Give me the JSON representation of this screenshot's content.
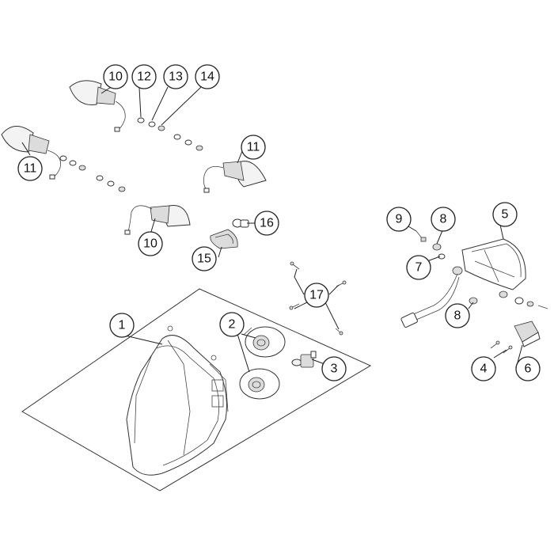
{
  "diagram": {
    "callouts": [
      {
        "id": "c1",
        "label": "1"
      },
      {
        "id": "c2",
        "label": "2"
      },
      {
        "id": "c3",
        "label": "3"
      },
      {
        "id": "c4",
        "label": "4"
      },
      {
        "id": "c5",
        "label": "5"
      },
      {
        "id": "c6",
        "label": "6"
      },
      {
        "id": "c7",
        "label": "7"
      },
      {
        "id": "c8a",
        "label": "8"
      },
      {
        "id": "c8b",
        "label": "8"
      },
      {
        "id": "c9",
        "label": "9"
      },
      {
        "id": "c10a",
        "label": "10"
      },
      {
        "id": "c10b",
        "label": "10"
      },
      {
        "id": "c11a",
        "label": "11"
      },
      {
        "id": "c11b",
        "label": "11"
      },
      {
        "id": "c12",
        "label": "12"
      },
      {
        "id": "c13",
        "label": "13"
      },
      {
        "id": "c14",
        "label": "14"
      },
      {
        "id": "c15",
        "label": "15"
      },
      {
        "id": "c16",
        "label": "16"
      },
      {
        "id": "c17",
        "label": "17"
      }
    ]
  }
}
